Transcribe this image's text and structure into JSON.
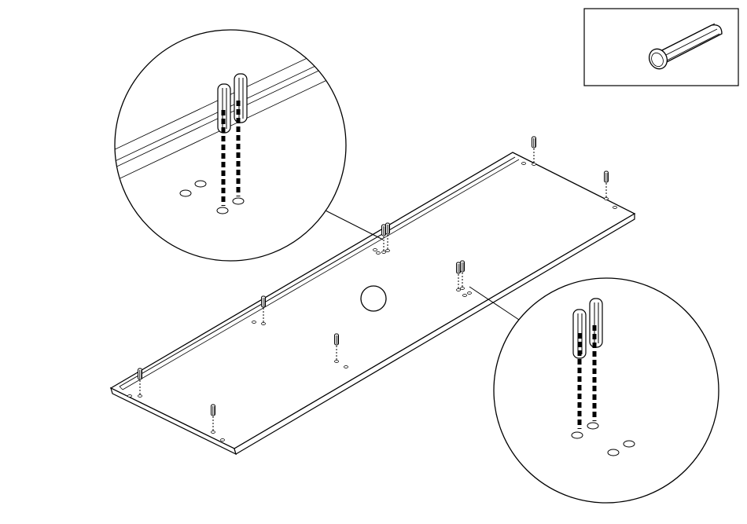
{
  "diagram": {
    "kind": "assembly-instruction",
    "part": "wooden-dowel",
    "dowel_count": 10,
    "stroke_color": "#000000",
    "background_color": "#ffffff",
    "detail_views": 2,
    "icons": [
      "dowel-icon",
      "magnifier-callout",
      "panel-board",
      "insertion-arrow"
    ]
  }
}
